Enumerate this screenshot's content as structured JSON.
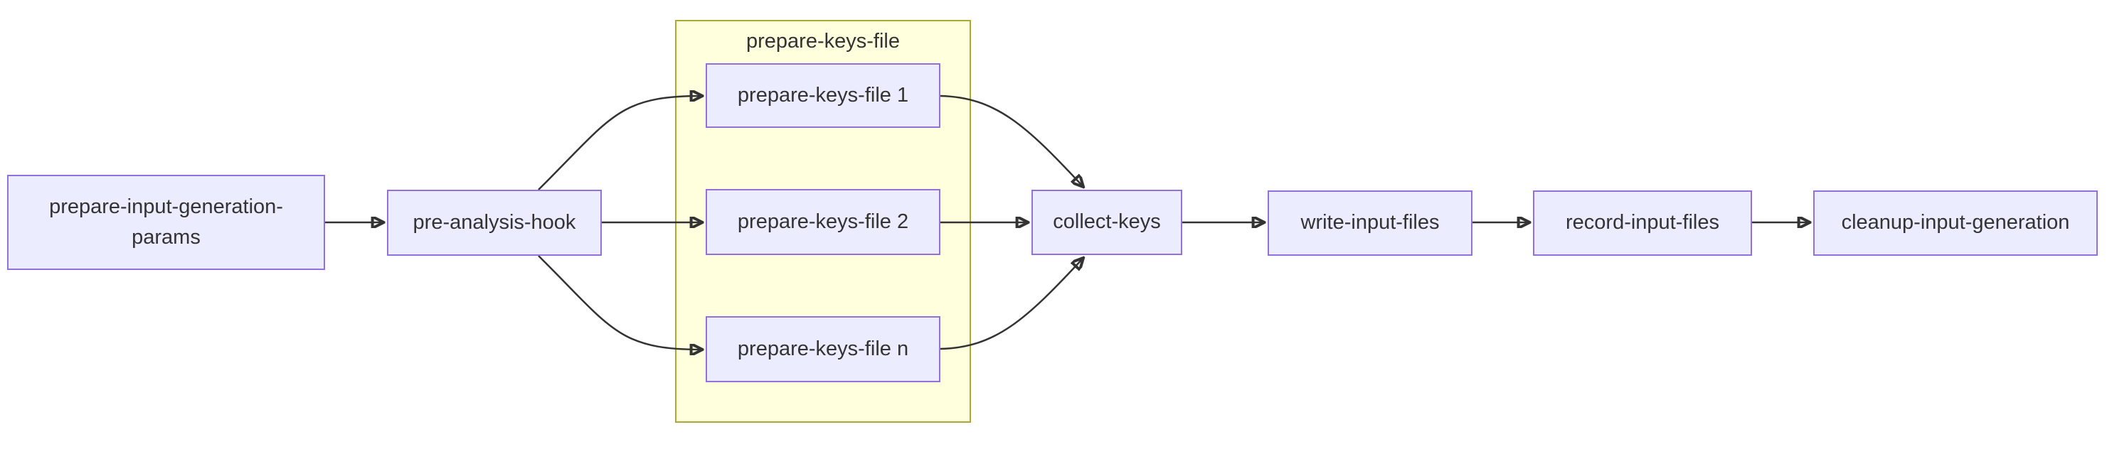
{
  "diagram": {
    "type": "flowchart",
    "direction": "left-to-right",
    "cluster": {
      "label": "prepare-keys-file"
    },
    "nodes": {
      "params": {
        "label": "prepare-input-generation-params"
      },
      "hook": {
        "label": "pre-analysis-hook"
      },
      "keys1": {
        "label": "prepare-keys-file 1"
      },
      "keys2": {
        "label": "prepare-keys-file 2"
      },
      "keysn": {
        "label": "prepare-keys-file n"
      },
      "collect": {
        "label": "collect-keys"
      },
      "write": {
        "label": "write-input-files"
      },
      "record": {
        "label": "record-input-files"
      },
      "cleanup": {
        "label": "cleanup-input-generation"
      }
    },
    "edges": [
      {
        "from": "prepare-input-generation-params",
        "to": "pre-analysis-hook"
      },
      {
        "from": "pre-analysis-hook",
        "to": "prepare-keys-file 1"
      },
      {
        "from": "pre-analysis-hook",
        "to": "prepare-keys-file 2"
      },
      {
        "from": "pre-analysis-hook",
        "to": "prepare-keys-file n"
      },
      {
        "from": "prepare-keys-file 1",
        "to": "collect-keys"
      },
      {
        "from": "prepare-keys-file 2",
        "to": "collect-keys"
      },
      {
        "from": "prepare-keys-file n",
        "to": "collect-keys"
      },
      {
        "from": "collect-keys",
        "to": "write-input-files"
      },
      {
        "from": "write-input-files",
        "to": "record-input-files"
      },
      {
        "from": "record-input-files",
        "to": "cleanup-input-generation"
      }
    ],
    "colors": {
      "node_fill": "#ECECFF",
      "node_border": "#9370DB",
      "cluster_fill": "#FFFFDE",
      "cluster_border": "#AAAA33",
      "edge": "#333333",
      "text": "#333333",
      "background": "#FFFFFF"
    }
  }
}
